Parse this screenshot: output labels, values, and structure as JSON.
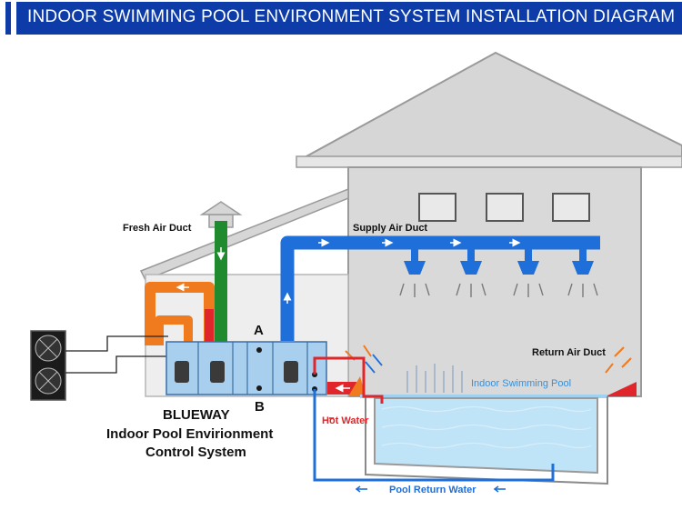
{
  "header": {
    "title": "INDOOR SWIMMING POOL ENVIRONMENT SYSTEM INSTALLATION DIAGRAM"
  },
  "labels": {
    "fresh_air_duct": "Fresh Air Duct",
    "supply_air_duct": "Supply Air Duct",
    "return_air_duct": "Return Air Duct",
    "indoor_swimming_pool": "Indoor Swimming Pool",
    "hot_water": "Hot Water",
    "pool_return_water": "Pool Return Water",
    "point_a": "A",
    "point_b": "B"
  },
  "unit": {
    "brand": "BLUEWAY",
    "line1": "Indoor Pool Envirionment",
    "line2": "Control System"
  },
  "colors": {
    "banner": "#0d3ca8",
    "supply_duct": "#1e6fd9",
    "fresh_duct": "#1f8a2e",
    "warm_duct": "#f07a1e",
    "hot_water": "#e0262b",
    "pool_water": "#bfe3f7",
    "building": "#d9d9d9"
  }
}
